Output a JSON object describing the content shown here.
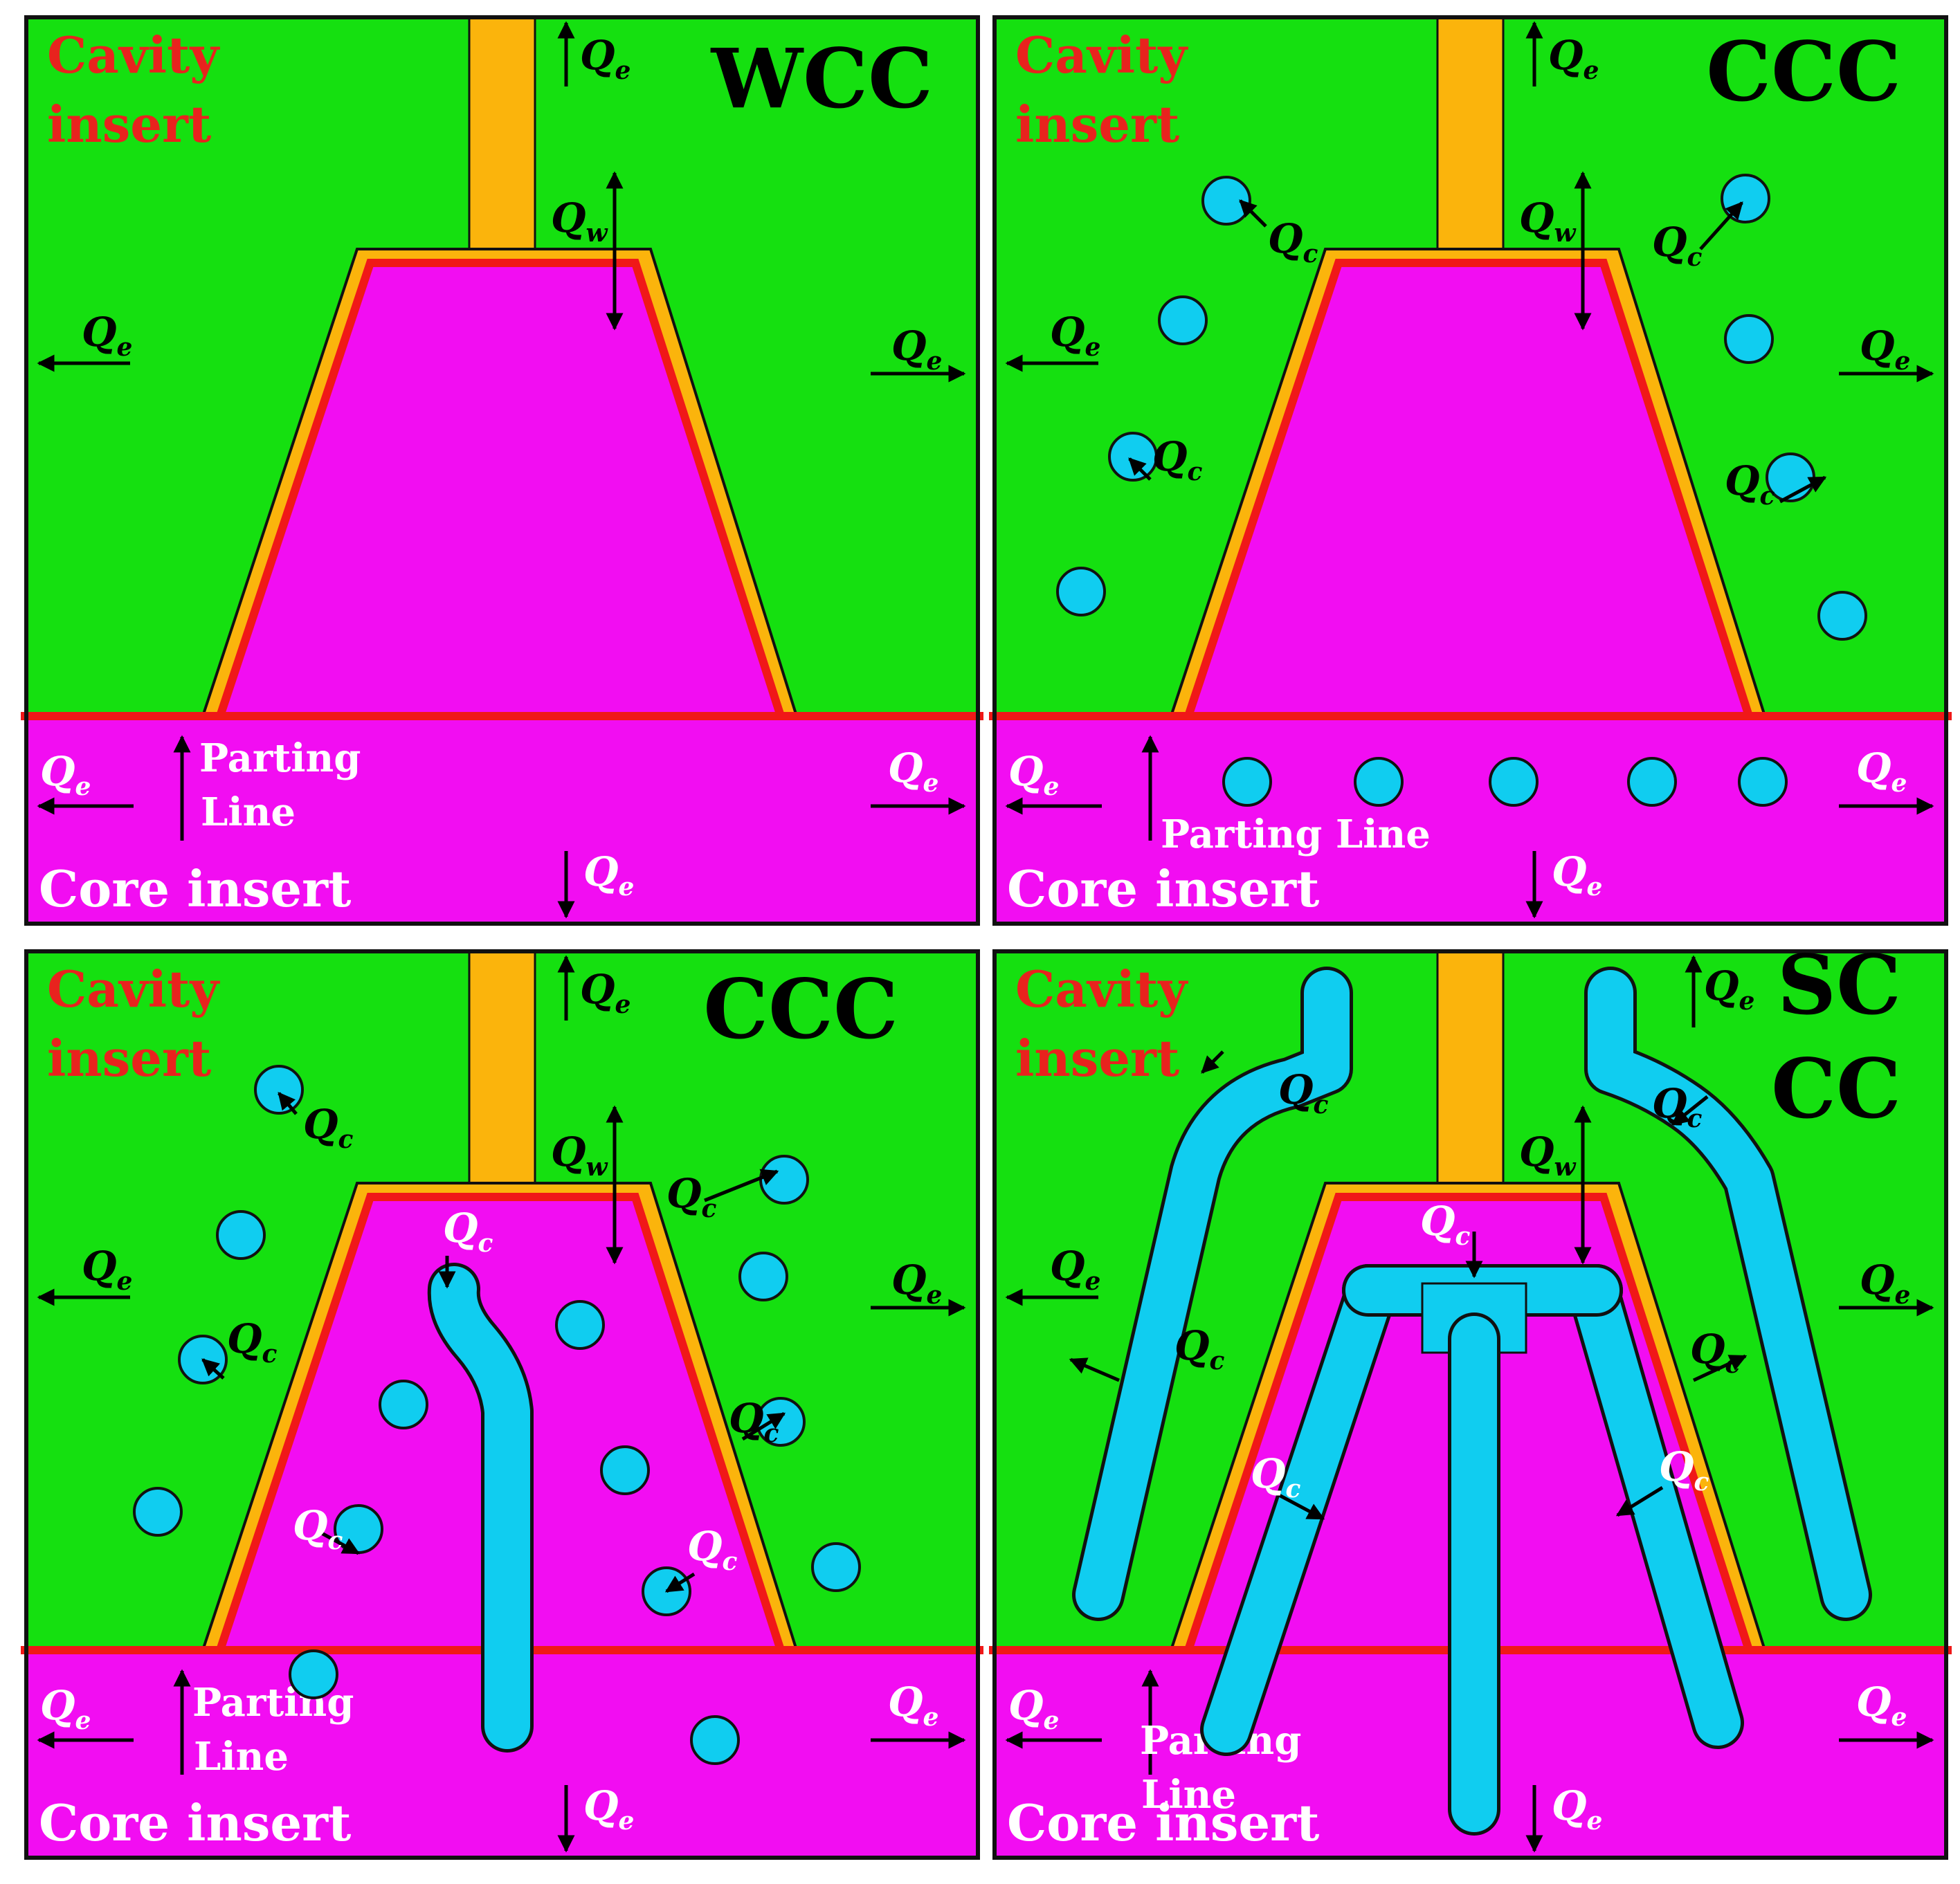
{
  "colors": {
    "cavity": "#15e010",
    "core": "#f20df2",
    "part": "#fbb40c",
    "parting_line": "#f01818",
    "coolant": "#10cdf0",
    "outline": "#111111"
  },
  "labels": {
    "cavity_line1": "Cavity",
    "cavity_line2": "insert",
    "core": "Core insert",
    "parting_line": "Parting Line",
    "parting_word1": "Parting",
    "parting_word2": "Line",
    "q_symbol": "Q",
    "q_env_sub": "e",
    "q_water_sub": "w",
    "q_cool_sub": "c"
  },
  "panels": [
    {
      "id": "wcc",
      "title_lines": [
        "WCC"
      ]
    },
    {
      "id": "ccc-top",
      "title_lines": [
        "CCC"
      ]
    },
    {
      "id": "ccc-bottom",
      "title_lines": [
        "CCC"
      ]
    },
    {
      "id": "scc",
      "title_lines": [
        "SC",
        "CC"
      ]
    }
  ]
}
